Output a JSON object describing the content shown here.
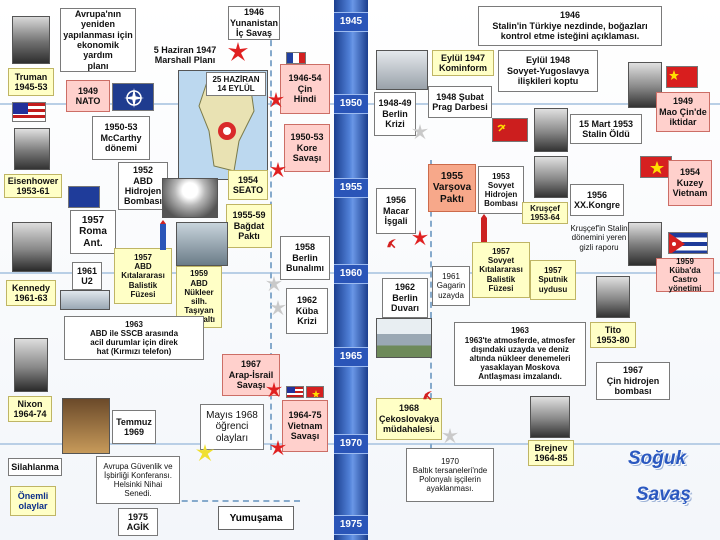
{
  "timeline": {
    "years": [
      "1945",
      "1950",
      "1955",
      "1960",
      "1965",
      "1970",
      "1975"
    ]
  },
  "left_events": {
    "truman_label": "Truman\n1945-53",
    "marshall_text": "Avrupa'nın\nyeniden\nyapılanması için\nekonomik yardım\nplanı",
    "marshall_date": "5 Haziran 1947\nMarshall Planı",
    "greek_war": "1946\nYunanistan\nİç Savaş",
    "nato": "1949\nNATO",
    "map_label": "25 HAZİRAN\n14 EYLÜL",
    "indochina": "1946-54\nÇin\nHindi",
    "mccarthy": "1950-53\nMcCarthy\ndönemi",
    "korea": "1950-53\nKore\nSavaşı",
    "eisenhower_label": "Eisenhower\n1953-61",
    "h_bomb": "1952\nABD\nHidrojen\nBombası",
    "seato": "1954\nSEATO",
    "baghdad": "1955-59\nBağdat\nPaktı",
    "rome": "1957\nRoma\nAnt.",
    "icbm_us": "1957\nABD\nKıtalararası\nBalistik\nFüzesi",
    "nuclear_sub": "1959\nABD\nNükleer\nsilh.\nTaşıyan\ndenizaltı",
    "berlin_crisis": "1958\nBerlin\nBunalımı",
    "kennedy_label": "Kennedy\n1961-63",
    "u2": "1961\nU2",
    "cuba_crisis": "1962\nKüba\nKrizi",
    "hotline": "1963\nABD ile SSCB arasında\nacil durumlar için direk\nhat (Kırmızı telefon)",
    "arab_israel": "1967\nArap-İsrail\nSavaşı",
    "nixon_label": "Nixon\n1964-74",
    "may68": "Mayıs 1968\nöğrenci\nolayları",
    "vietnam_war": "1964-75\nVietnam\nSavaşı",
    "moon": "Temmuz\n1969",
    "silahlanma": "Silahlanma",
    "helsinki": "Avrupa Güvenlik ve\nİşbirliği Konferansı.\nHelsinki Nihai\nSenedi.",
    "onemli": "Önemli\nolaylar",
    "agik": "1975\nAGİK",
    "yumusama": "Yumuşama"
  },
  "right_events": {
    "stalin_turkey": "1946\nStalin'in Türkiye nezdinde, boğazları\nkontrol etme isteğini açıklaması.",
    "kominform": "Eylül 1947\nKominform",
    "yugoslavia": "Eylül 1948\nSovyet-Yugoslavya\nilişkileri koptu",
    "berlin_blockade": "1948-49\nBerlin\nKrizi",
    "prague": "1948 Şubat\nPrag Darbesi",
    "mao": "1949\nMao Çin'de\niktidar",
    "stalin_death": "15 Mart 1953\nStalin Öldü",
    "warsaw": "1955\nVarşova\nPaktı",
    "soviet_hbomb": "1953\nSovyet\nHidrojen\nBombası",
    "khrushchev_label": "Kruşçef\n1953-64",
    "north_vietnam": "1954\nKuzey\nVietnam",
    "congress20": "1956\nXX.Kongre",
    "congress_note": "Kruşçef'in Stalin\ndönemini yeren\ngizli raporu",
    "hungary": "1956\nMacar\nİşgali",
    "soviet_icbm": "1957\nSovyet\nKıtalararası\nBalistik\nFüzesi",
    "sputnik": "1957\nSputnik\nuydusu",
    "castro": "1959\nKüba'da Castro\nyönetimi",
    "gagarin": "1961\nGagarin\nuzayda",
    "berlin_wall": "1962\nBerlin\nDuvarı",
    "tito_label": "Tito\n1953-80",
    "test_ban": "1963\n1963'te atmosferde, atmosfer\ndışındaki uzayda ve deniz\naltında nükleer denemeleri\nyasaklayan Moskova\nAntlaşması imzalandı.",
    "china_hbomb": "1967\nÇin hidrojen\nbombası",
    "czech": "1968\nÇekoslovakya\nmüdahalesi.",
    "brezhnev_label": "Brejnev\n1964-85",
    "poland": "1970\nBaltık tersaneleri'nde\nPolonyalı işçilerin\nayaklanması."
  },
  "title": {
    "line1": "Soğuk",
    "line2": "Savaş"
  },
  "colors": {
    "axis": "#2a55b8",
    "highlight_yellow": "#ffffc6",
    "highlight_pink": "#ffd0cc",
    "highlight_salmon": "#f7a88a",
    "title_blue": "#2a58c0"
  },
  "icons": [
    "explosion-icon",
    "hammer-sickle-icon",
    "star-burst-icon",
    "flag-usa",
    "flag-france",
    "flag-ussr",
    "flag-china",
    "flag-vietnam",
    "flag-cuba",
    "flag-eu",
    "flag-nato"
  ]
}
